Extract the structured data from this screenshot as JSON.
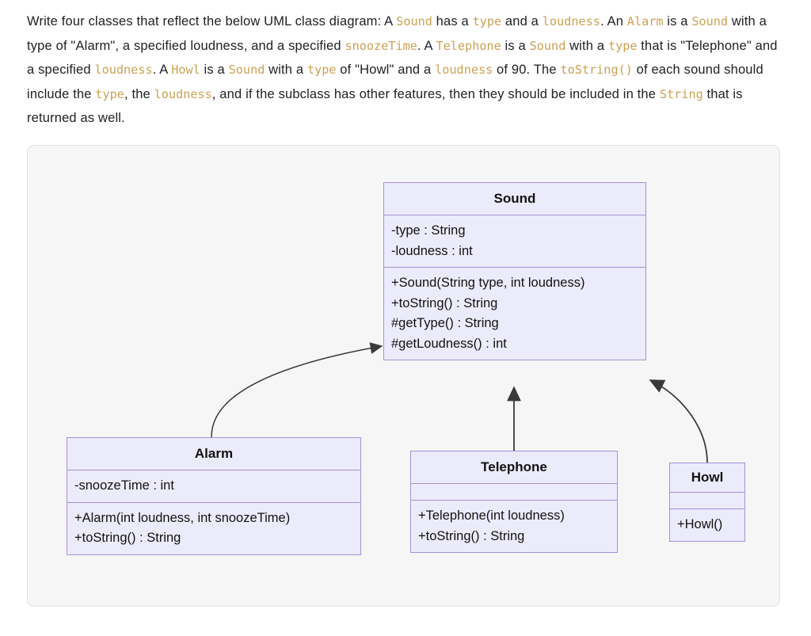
{
  "prompt": {
    "segments": [
      {
        "t": "Write four classes that reflect the below UML class diagram: A ",
        "code": false
      },
      {
        "t": "Sound",
        "code": true
      },
      {
        "t": " has a ",
        "code": false
      },
      {
        "t": "type",
        "code": true
      },
      {
        "t": " and a ",
        "code": false
      },
      {
        "t": "loudness",
        "code": true
      },
      {
        "t": ". An ",
        "code": false
      },
      {
        "t": "Alarm",
        "code": true
      },
      {
        "t": " is a ",
        "code": false
      },
      {
        "t": "Sound",
        "code": true
      },
      {
        "t": " with a type of \"Alarm\", a specified loudness, and a specified ",
        "code": false
      },
      {
        "t": "snoozeTime",
        "code": true
      },
      {
        "t": ". A ",
        "code": false
      },
      {
        "t": "Telephone",
        "code": true
      },
      {
        "t": " is a ",
        "code": false
      },
      {
        "t": "Sound",
        "code": true
      },
      {
        "t": " with a ",
        "code": false
      },
      {
        "t": "type",
        "code": true
      },
      {
        "t": " that is \"Telephone\" and a specified ",
        "code": false
      },
      {
        "t": "loudness",
        "code": true
      },
      {
        "t": ". A ",
        "code": false
      },
      {
        "t": "Howl",
        "code": true
      },
      {
        "t": " is a ",
        "code": false
      },
      {
        "t": "Sound",
        "code": true
      },
      {
        "t": " with a ",
        "code": false
      },
      {
        "t": "type",
        "code": true
      },
      {
        "t": " of \"Howl\" and a ",
        "code": false
      },
      {
        "t": "loudness",
        "code": true
      },
      {
        "t": " of 90. The ",
        "code": false
      },
      {
        "t": "toString()",
        "code": true
      },
      {
        "t": " of each sound should include the ",
        "code": false
      },
      {
        "t": "type",
        "code": true
      },
      {
        "t": ", the ",
        "code": false
      },
      {
        "t": "loudness",
        "code": true
      },
      {
        "t": ", and if the subclass has other features, then they should be included in the ",
        "code": false
      },
      {
        "t": "String",
        "code": true
      },
      {
        "t": " that is returned as well.",
        "code": false
      }
    ],
    "code_color": "#cba254"
  },
  "diagram": {
    "type": "uml-class-diagram",
    "box_fill": "#ecebfb",
    "box_border": "#a98fd6",
    "panel_fill": "#f6f6f6",
    "connector_color": "#3a3a3a",
    "classes": [
      {
        "id": "sound",
        "name": "Sound",
        "attributes": [
          "-type : String",
          "-loudness : int"
        ],
        "operations": [
          "+Sound(String type, int loudness)",
          "+toString() : String",
          "#getType() : String",
          "#getLoudness() : int"
        ]
      },
      {
        "id": "alarm",
        "name": "Alarm",
        "attributes": [
          "-snoozeTime : int"
        ],
        "operations": [
          "+Alarm(int loudness, int snoozeTime)",
          "+toString() : String"
        ]
      },
      {
        "id": "telephone",
        "name": "Telephone",
        "attributes": [],
        "operations": [
          "+Telephone(int loudness)",
          "+toString() : String"
        ]
      },
      {
        "id": "howl",
        "name": "Howl",
        "attributes": [],
        "operations": [
          "+Howl()"
        ]
      }
    ],
    "relationships": [
      {
        "from": "alarm",
        "to": "sound",
        "kind": "inheritance"
      },
      {
        "from": "telephone",
        "to": "sound",
        "kind": "inheritance"
      },
      {
        "from": "howl",
        "to": "sound",
        "kind": "inheritance"
      }
    ]
  }
}
